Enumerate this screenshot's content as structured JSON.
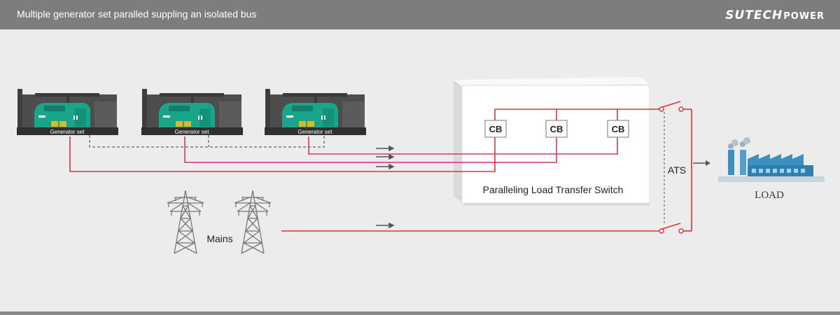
{
  "header": {
    "title": "Multiple generator set paralled suppling an isolated bus",
    "logo_main": "SUTECH",
    "logo_sub": "POWER"
  },
  "generators": [
    {
      "label": "Generator set"
    },
    {
      "label": "Generator set"
    },
    {
      "label": "Generator set"
    }
  ],
  "switch_panel": {
    "title": "Paralleling Load Transfer Switch",
    "breakers": [
      "CB",
      "CB",
      "CB"
    ]
  },
  "ats_label": "ATS",
  "mains_label": "Mains",
  "load_label": "LOAD",
  "colors": {
    "line_red": "#e0323a",
    "line_magenta": "#c93a78",
    "generator_teal": "#19a58a",
    "generator_body": "#4a4a4a",
    "header_bg": "#7d7d7d",
    "factory_blue": "#3d8fbf"
  }
}
